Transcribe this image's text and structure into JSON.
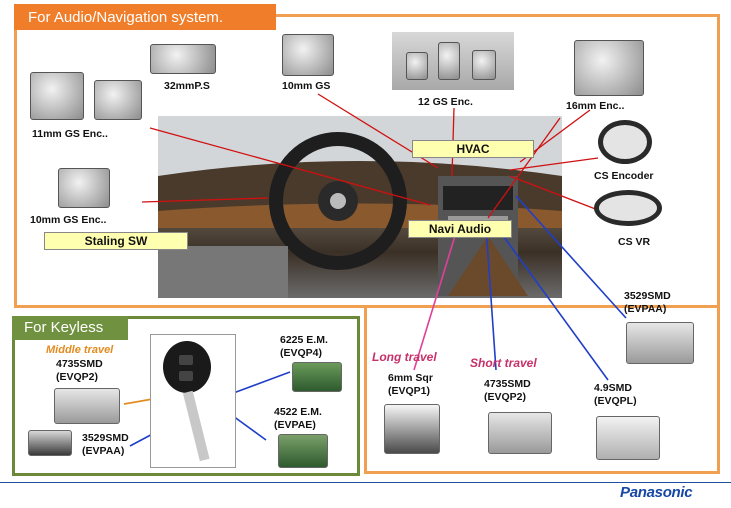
{
  "section_titles": {
    "audio_nav": "For Audio/Navigation system.",
    "keyless": "For Keyless"
  },
  "car_labels": {
    "hvac": "HVAC",
    "navi_audio": "Navi Audio",
    "staling_sw": "Staling SW"
  },
  "audio_parts": {
    "p32mm": "32mmP.S",
    "p10mm": "10mm GS",
    "p12gs": "12 GS Enc.",
    "p16mm": "16mm Enc..",
    "p11mm": "11mm GS Enc..",
    "p10gs": "10mm GS Enc..",
    "cs_encoder": "CS Encoder",
    "cs_vr": "CS VR"
  },
  "switch_parts": {
    "s3529_right": {
      "line1": "3529SMD",
      "line2": "(EVPAA)"
    },
    "s6mm": {
      "line1": "6mm Sqr",
      "line2": "(EVQP1)"
    },
    "s4735_short": {
      "line1": "4735SMD",
      "line2": "(EVQP2)"
    },
    "s49": {
      "line1": "4.9SMD",
      "line2": "(EVQPL)"
    }
  },
  "travel_labels": {
    "long": "Long travel",
    "short": "Short travel",
    "middle": "Middle travel"
  },
  "keyless_parts": {
    "k4735": {
      "line1": "4735SMD",
      "line2": "(EVQP2)"
    },
    "k3529": {
      "line1": "3529SMD",
      "line2": "(EVPAA)"
    },
    "k6225": {
      "line1": "6225 E.M.",
      "line2": "(EVQP4)"
    },
    "k4522": {
      "line1": "4522 E.M.",
      "line2": "(EVPAE)"
    }
  },
  "brand": "Panasonic",
  "colors": {
    "audio_tab": "#ef7d2a",
    "keyless_tab": "#6f9140",
    "long_travel": "#c8306a",
    "short_travel": "#c8306a",
    "middle_travel": "#e38b1f",
    "brand": "#1747a6"
  }
}
